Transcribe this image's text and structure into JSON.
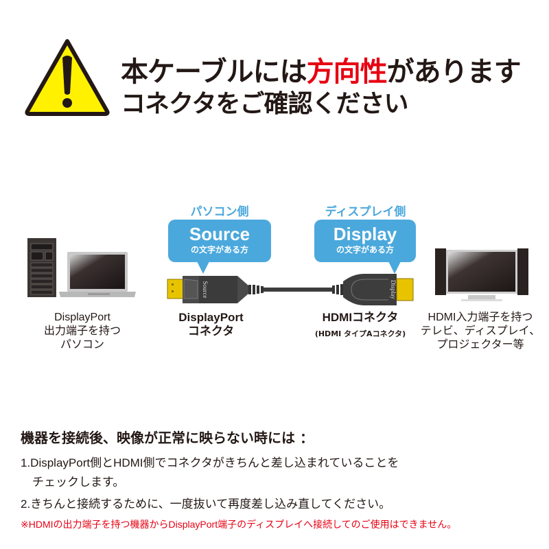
{
  "header": {
    "warning_icon": "warning-triangle-icon",
    "line1_prefix": "本ケーブルには",
    "line1_emphasis": "方向性",
    "line1_suffix": "があります",
    "line2": "コネクタをご確認ください"
  },
  "colors": {
    "accent_blue": "#4ba8dc",
    "emphasis_red": "#e60012",
    "warning_yellow": "#fff100",
    "connector_gold": "#e8c400",
    "connector_body": "#4a4a4a",
    "text": "#231815"
  },
  "diagram": {
    "source_side": {
      "side_label": "パソコン側",
      "bubble_title": "Source",
      "bubble_subtitle": "の文字がある方",
      "connector_marking": "Source",
      "connector_title": "DisplayPort",
      "connector_subtitle": "コネクタ"
    },
    "display_side": {
      "side_label": "ディスプレイ側",
      "bubble_title": "Display",
      "bubble_subtitle": "の文字がある方",
      "connector_marking": "Display",
      "connector_title": "HDMIコネクタ",
      "connector_subtitle": "(HDMI タイプAコネクタ)"
    },
    "left_device": {
      "icon": "pc-and-laptop-icon",
      "caption_lines": [
        "DisplayPort",
        "出力端子を持つ",
        "パソコン"
      ]
    },
    "right_device": {
      "icon": "tv-display-icon",
      "caption_lines": [
        "HDMI入力端子を持つ",
        "テレビ、ディスプレイ、",
        "プロジェクター等"
      ]
    }
  },
  "notes": {
    "heading": "機器を接続後、映像が正常に映らない時には ：",
    "items": [
      "1.DisplayPort側とHDMI側でコネクタがきちんと差し込まれていることを",
      "　チェックします。",
      "2.きちんと接続するために、一度抜いて再度差し込み直してください。"
    ],
    "warning": "※HDMIの出力端子を持つ機器からDisplayPort端子のディスプレイへ接続してのご使用はできません。"
  }
}
